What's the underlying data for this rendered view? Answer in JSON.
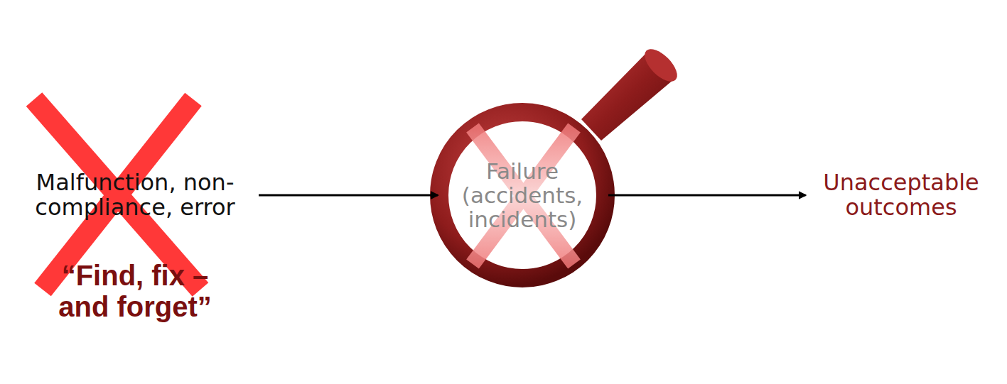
{
  "diagram": {
    "nodes": [
      {
        "text": [
          "Malfunction, non-compliance, error"
        ]
      },
      {
        "text": [
          "Failure (accidents, incidents)"
        ]
      },
      {
        "text": [
          "Unacceptable outcomes"
        ]
      }
    ],
    "edges": [
      {
        "from": 0,
        "to": 1,
        "arrow": "to"
      },
      {
        "from": 1,
        "to": 2,
        "arrow": "to"
      }
    ],
    "labels": [
      "“Find, fix – and forget”"
    ]
  }
}
